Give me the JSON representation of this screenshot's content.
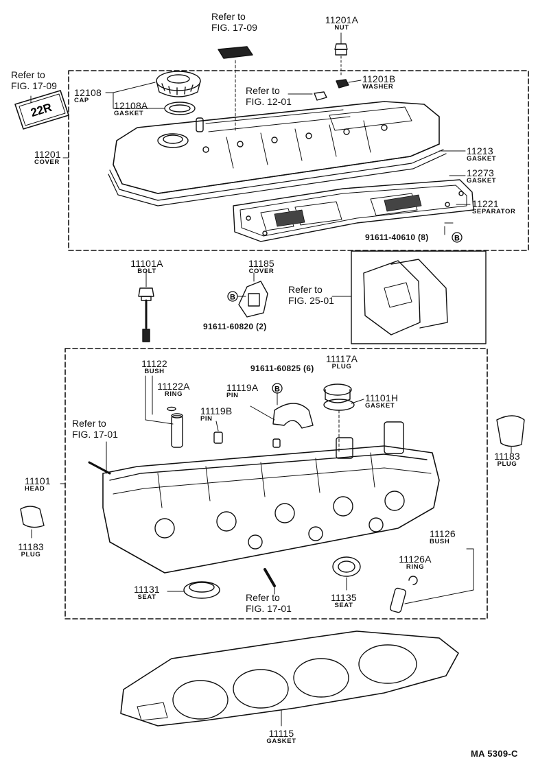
{
  "labels": {
    "nut": {
      "num": "11201A",
      "name": "NUT"
    },
    "washer": {
      "num": "11201B",
      "name": "WASHER"
    },
    "cap": {
      "num": "12108",
      "name": "CAP"
    },
    "cap_gasket": {
      "num": "12108A",
      "name": "GASKET"
    },
    "cover": {
      "num": "11201",
      "name": "COVER"
    },
    "cover_gasket": {
      "num": "11213",
      "name": "GASKET"
    },
    "sep_gasket": {
      "num": "12273",
      "name": "GASKET"
    },
    "separator": {
      "num": "11221",
      "name": "SEPARATOR"
    },
    "sep_bolt": {
      "num": "91611-40610 (8)"
    },
    "bolt": {
      "num": "11101A",
      "name": "BOLT"
    },
    "small_cover": {
      "num": "11185",
      "name": "COVER"
    },
    "cover_bolt": {
      "num": "91611-60820 (2)"
    },
    "bush_top": {
      "num": "11122",
      "name": "BUSH"
    },
    "ring_top": {
      "num": "11122A",
      "name": "RING"
    },
    "plug_bolt": {
      "num": "91611-60825 (6)"
    },
    "plug_top": {
      "num": "11117A",
      "name": "PLUG"
    },
    "pin_a": {
      "num": "11119A",
      "name": "PIN"
    },
    "pin_b": {
      "num": "11119B",
      "name": "PIN"
    },
    "plug_gasket": {
      "num": "11101H",
      "name": "GASKET"
    },
    "plug_right": {
      "num": "11183",
      "name": "PLUG"
    },
    "head": {
      "num": "11101",
      "name": "HEAD"
    },
    "plug_left": {
      "num": "11183",
      "name": "PLUG"
    },
    "bush_bot": {
      "num": "11126",
      "name": "BUSH"
    },
    "ring_bot": {
      "num": "11126A",
      "name": "RING"
    },
    "seat_left": {
      "num": "11131",
      "name": "SEAT"
    },
    "seat_mid": {
      "num": "11135",
      "name": "SEAT"
    },
    "head_gasket": {
      "num": "11115",
      "name": "GASKET"
    }
  },
  "refs": {
    "fig1709_top": {
      "line1": "Refer to",
      "line2": "FIG. 17-09"
    },
    "fig1709_left": {
      "line1": "Refer to",
      "line2": "FIG. 17-09"
    },
    "fig1201": {
      "line1": "Refer to",
      "line2": "FIG. 12-01"
    },
    "fig2501": {
      "line1": "Refer to",
      "line2": "FIG. 25-01"
    },
    "fig1701_a": {
      "line1": "Refer to",
      "line2": "FIG. 17-01"
    },
    "fig1701_b": {
      "line1": "Refer to",
      "line2": "FIG. 17-01"
    }
  },
  "markers": {
    "b": "B"
  },
  "emblem": "22R",
  "footer": {
    "code": "MA  5309-C"
  }
}
